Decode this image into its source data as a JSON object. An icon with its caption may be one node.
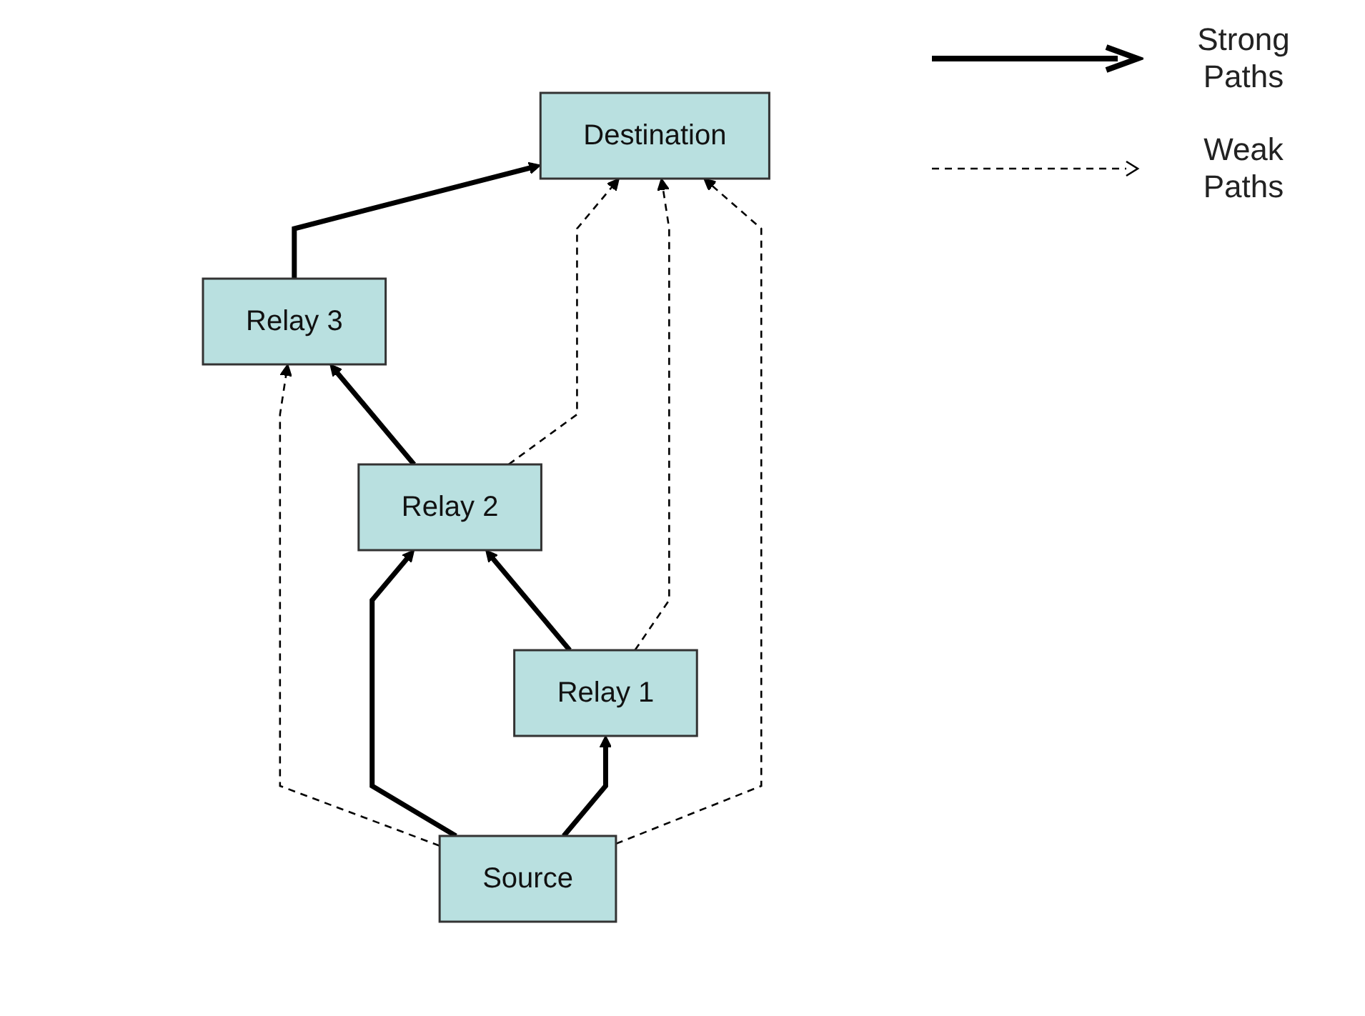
{
  "diagram": {
    "nodes": [
      {
        "text": [
          "Relay 3"
        ]
      },
      {
        "text": [
          "Relay 2"
        ]
      },
      {
        "text": [
          "Relay 1"
        ]
      },
      {
        "text": [
          "Source"
        ]
      },
      {
        "text": [
          "Destination"
        ]
      }
    ],
    "edges": [
      {
        "from": 3,
        "to": 2,
        "arrow": "to"
      },
      {
        "from": 3,
        "to": 1,
        "arrow": "to"
      },
      {
        "from": 3,
        "to": 0,
        "arrow": "to",
        "style": "dashed"
      },
      {
        "from": 2,
        "to": 1,
        "arrow": "to"
      },
      {
        "from": 1,
        "to": 0,
        "arrow": "to"
      },
      {
        "from": 0,
        "to": 4,
        "arrow": "to"
      },
      {
        "from": 1,
        "to": 4,
        "arrow": "to",
        "style": "dashed"
      },
      {
        "from": 2,
        "to": 4,
        "arrow": "to",
        "style": "dashed"
      },
      {
        "from": 3,
        "to": 4,
        "arrow": "to",
        "style": "dashed"
      }
    ],
    "legend": [
      {
        "text": "Strong Paths"
      },
      {
        "text": "Weak Paths"
      }
    ]
  }
}
